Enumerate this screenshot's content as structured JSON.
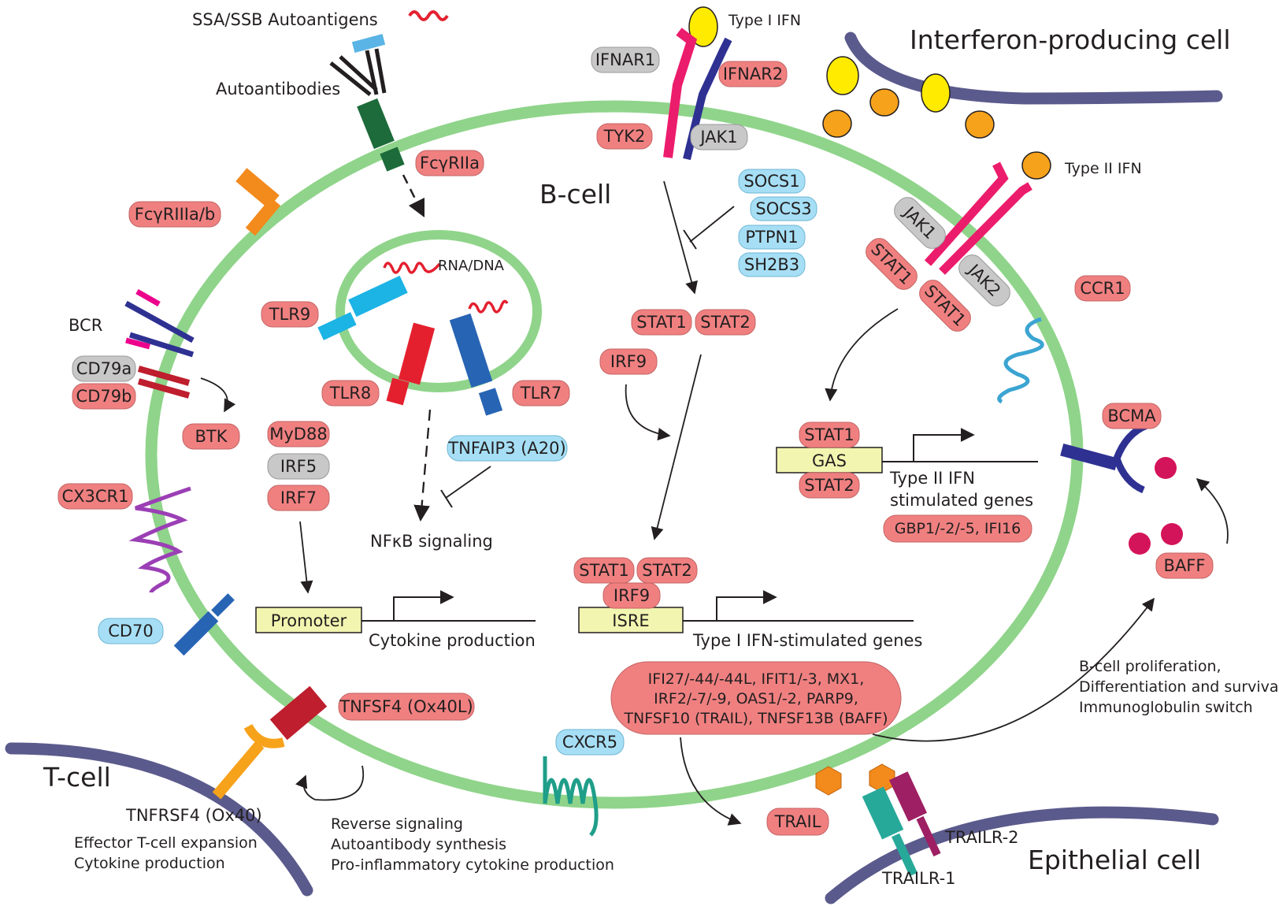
{
  "colors": {
    "cell_membrane": "#8fd48a",
    "other_cell_membrane": "#5b5a8c",
    "pill_red": "#f08080",
    "pill_gray": "#c8c8c8",
    "pill_blue": "#a6dff5",
    "promoter_box": "#f2f5b0",
    "red_rna": "#e4202f",
    "yellow_ligand": "#ffeb00",
    "orange_ligand": "#f7a21b"
  },
  "cells": {
    "b_cell": "B-cell",
    "ifn_cell": "Interferon-producing cell",
    "t_cell": "T-cell",
    "epithelial_cell": "Epithelial cell"
  },
  "labels": {
    "autoantigens": "SSA/SSB Autoantigens",
    "autoantibodies": "Autoantibodies",
    "type1_ifn": "Type I IFN",
    "type2_ifn": "Type II IFN",
    "bcr": "BCR",
    "rna_dna": "RNA/DNA",
    "nfkb": "NFκB signaling",
    "cytokine_production": "Cytokine production",
    "type1_genes": "Type I IFN-stimulated genes",
    "type2_genes_line1": "Type II IFN",
    "type2_genes_line2": "stimulated genes",
    "ox40": "TNFRSF4 (Ox40)",
    "tcell_effect_1": "Effector T-cell expansion",
    "tcell_effect_2": "Cytokine production",
    "reverse_1": "Reverse signaling",
    "reverse_2": "Autoantibody synthesis",
    "reverse_3": "Pro-inflammatory cytokine production",
    "bcell_fx_1": "B-cell proliferation,",
    "bcell_fx_2": "Differentiation and survival",
    "bcell_fx_3": "Immunoglobulin switch",
    "trailr1": "TRAILR-1",
    "trailr2": "TRAILR-2"
  },
  "pills": {
    "fcgr2a": "FcγRIIa",
    "fcgr3": "FcγRIIIa/b",
    "ifnar1": "IFNAR1",
    "ifnar2": "IFNAR2",
    "tyk2": "TYK2",
    "jak1": "JAK1",
    "socs1": "SOCS1",
    "socs3": "SOCS3",
    "ptpn1": "PTPN1",
    "sh2b3": "SH2B3",
    "stat1_a": "STAT1",
    "stat2_a": "STAT2",
    "irf9_a": "IRF9",
    "jak1_b": "JAK1",
    "stat1_c": "STAT1",
    "stat1_d": "STAT1",
    "jak2": "JAK2",
    "ccr1": "CCR1",
    "tlr9": "TLR9",
    "tlr8": "TLR8",
    "tlr7": "TLR7",
    "cd79a": "CD79a",
    "cd79b": "CD79b",
    "btk": "BTK",
    "myd88": "MyD88",
    "irf5": "IRF5",
    "irf7": "IRF7",
    "tnfaip3": "TNFAIP3 (A20)",
    "stat1_e": "STAT1",
    "stat2_e": "STAT2",
    "gbp": "GBP1/-2/-5, IFI16",
    "bcma": "BCMA",
    "baff": "BAFF",
    "cx3cr1": "CX3CR1",
    "cd70": "CD70",
    "stat1_f": "STAT1",
    "stat2_f": "STAT2",
    "irf9_f": "IRF9",
    "tnfsf4": "TNFSF4 (Ox40L)",
    "cxcr5": "CXCR5",
    "trail": "TRAIL",
    "isg_1": "IFI27/-44/-44L, IFIT1/-3, MX1,",
    "isg_2": "IRF2/-7/-9, OAS1/-2, PARP9,",
    "isg_3": "TNFSF10 (TRAIL), TNFSF13B (BAFF)"
  },
  "boxes": {
    "promoter": "Promoter",
    "isre": "ISRE",
    "gas": "GAS"
  }
}
